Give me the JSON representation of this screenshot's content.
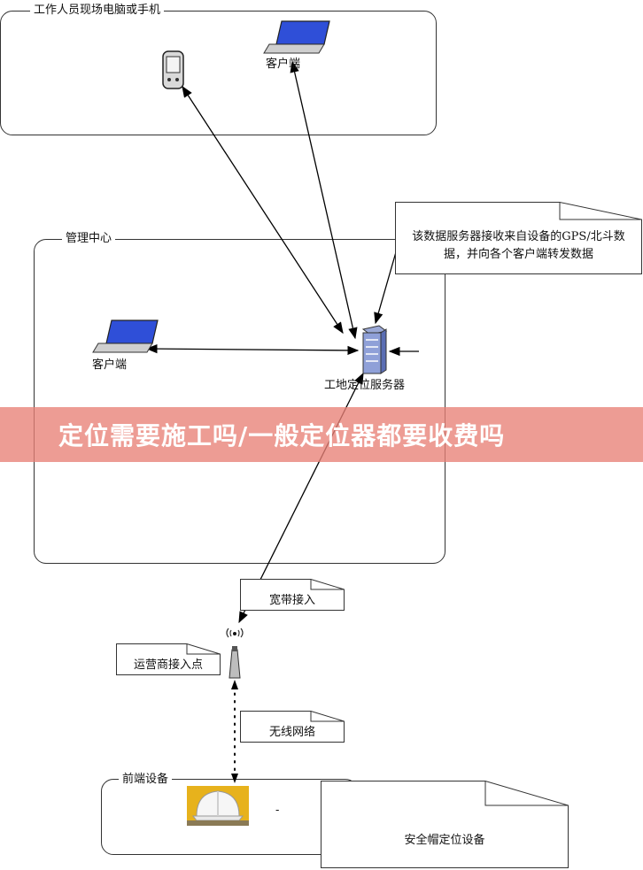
{
  "groups": {
    "worker_devices": "工作人员现场电脑或手机",
    "management_center": "管理中心",
    "frontend_devices": "前端设备"
  },
  "nodes": {
    "client_top": "客户端",
    "client_mid": "客户端",
    "server": "工地定位服务器"
  },
  "notes": {
    "server_note": "该数据服务器接收来自设备的GPS/北斗数据，并向各个客户端转发数据",
    "broadband": "宽带接入",
    "carrier_ap": "运营商接入点",
    "wireless": "无线网络",
    "helmet_device": "安全帽定位设备",
    "dash": "-"
  },
  "banner": {
    "title": "定位需要施工吗/一般定位器都要收费吗"
  }
}
